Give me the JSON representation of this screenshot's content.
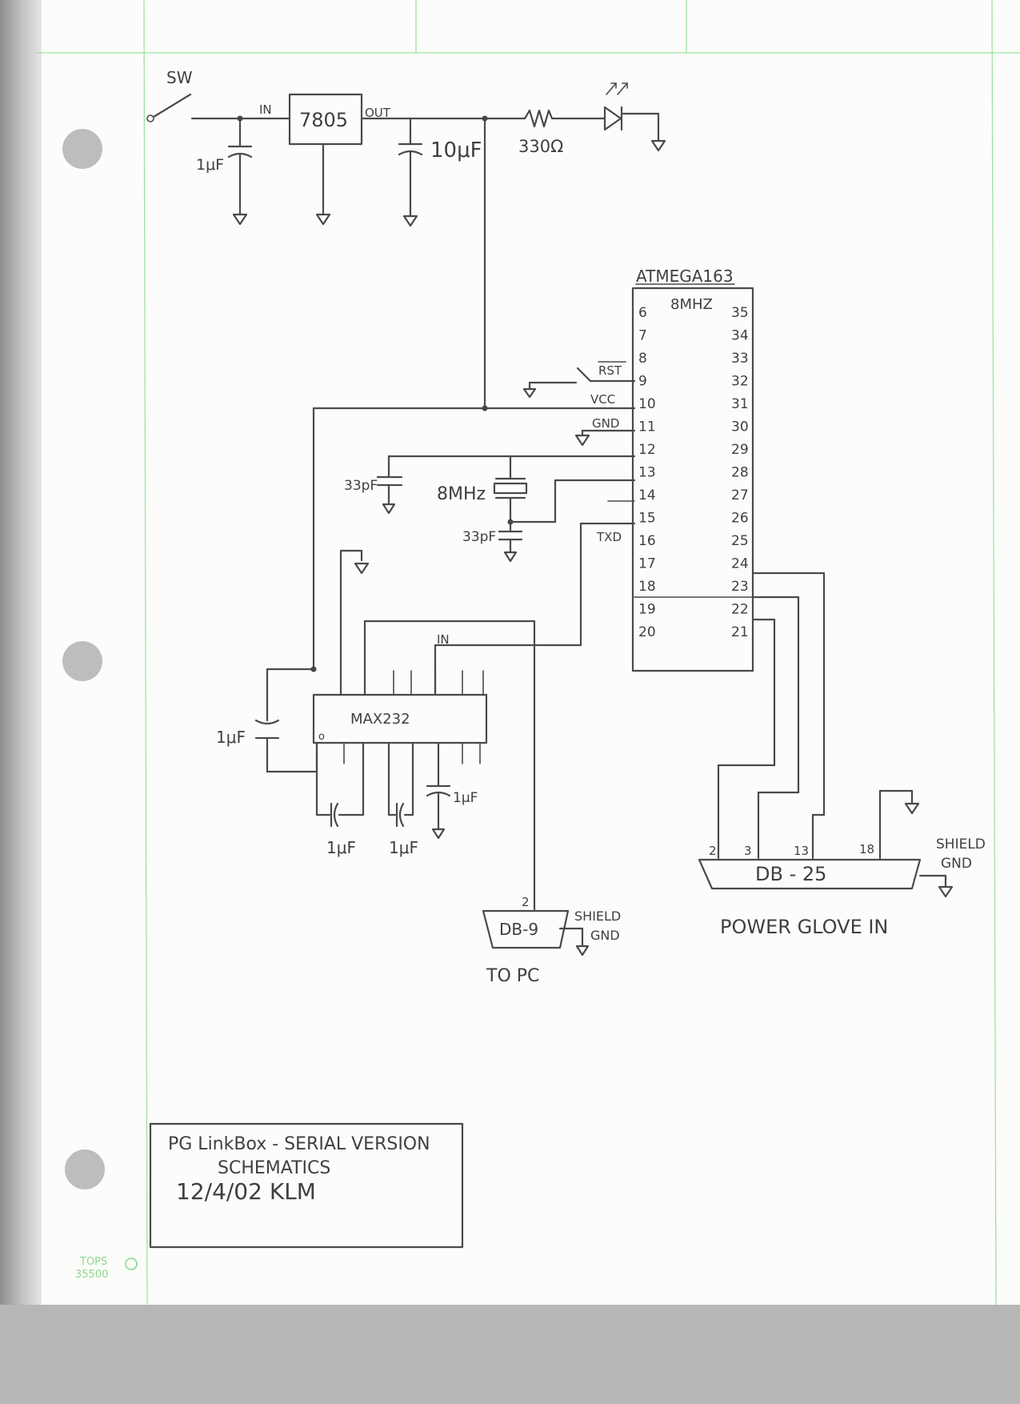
{
  "power": {
    "switch_label": "SW",
    "reg_in_label": "IN",
    "regulator": "7805",
    "reg_out_label": "OUT",
    "cap_in": "1μF",
    "cap_out": "10μF",
    "resistor": "330Ω"
  },
  "mcu": {
    "name": "ATMEGA163",
    "clock": "8MHZ",
    "left_pins": [
      "6",
      "7",
      "8",
      "9",
      "10",
      "11",
      "12",
      "13",
      "14",
      "15",
      "16",
      "17",
      "18",
      "19",
      "20"
    ],
    "right_pins": [
      "35",
      "34",
      "33",
      "32",
      "31",
      "30",
      "29",
      "28",
      "27",
      "26",
      "25",
      "24",
      "23",
      "22",
      "21"
    ],
    "rst_label": "RST",
    "vcc_label": "VCC",
    "gnd_label": "GND",
    "txd_label": "TXD"
  },
  "crystal": {
    "freq": "8MHz",
    "cap_top": "33pF",
    "cap_bottom": "33pF"
  },
  "max232": {
    "name": "MAX232",
    "pin1_mark": "o",
    "in_label": "IN",
    "cap_left": "1μF",
    "cap_right": "1μF",
    "cap_bottom_1": "1μF",
    "cap_bottom_2": "1μF"
  },
  "db9": {
    "name": "DB-9",
    "pin": "2",
    "shield_line1": "SHIELD",
    "shield_line2": "GND",
    "caption": "TO PC"
  },
  "db25": {
    "name": "DB - 25",
    "pins": [
      "2",
      "3",
      "13",
      "18"
    ],
    "shield_line1": "SHIELD",
    "shield_line2": "GND",
    "caption": "POWER GLOVE IN"
  },
  "title_block": {
    "line1": "PG LinkBox - SERIAL VERSION",
    "line2": "SCHEMATICS",
    "line3": "12/4/02   KLM"
  },
  "paper_brand": {
    "name": "TOPS",
    "number": "35500"
  }
}
